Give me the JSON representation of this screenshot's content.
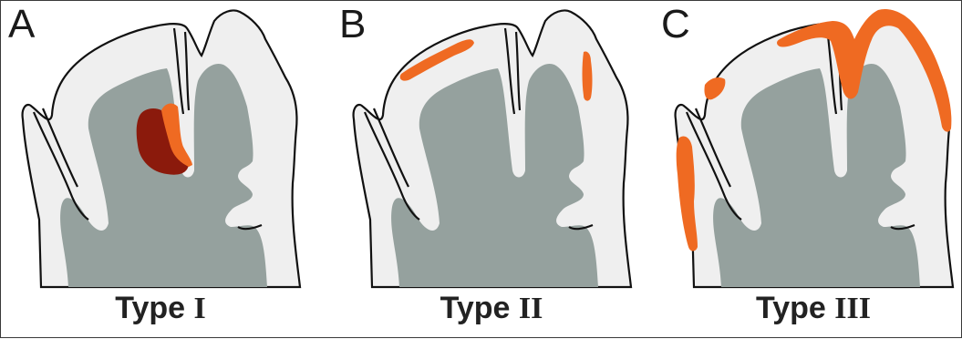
{
  "panels": [
    {
      "letter": "A",
      "caption_word": "Type",
      "caption_numeral": "I"
    },
    {
      "letter": "B",
      "caption_word": "Type",
      "caption_numeral": "II"
    },
    {
      "letter": "C",
      "caption_word": "Type",
      "caption_numeral": "III"
    }
  ],
  "colors": {
    "white_matter": "#95a19e",
    "gray_matter": "#efefef",
    "outline": "#111111",
    "lesion_orange": "#ef6a22",
    "lesion_dark_red": "#8b1a0c"
  }
}
